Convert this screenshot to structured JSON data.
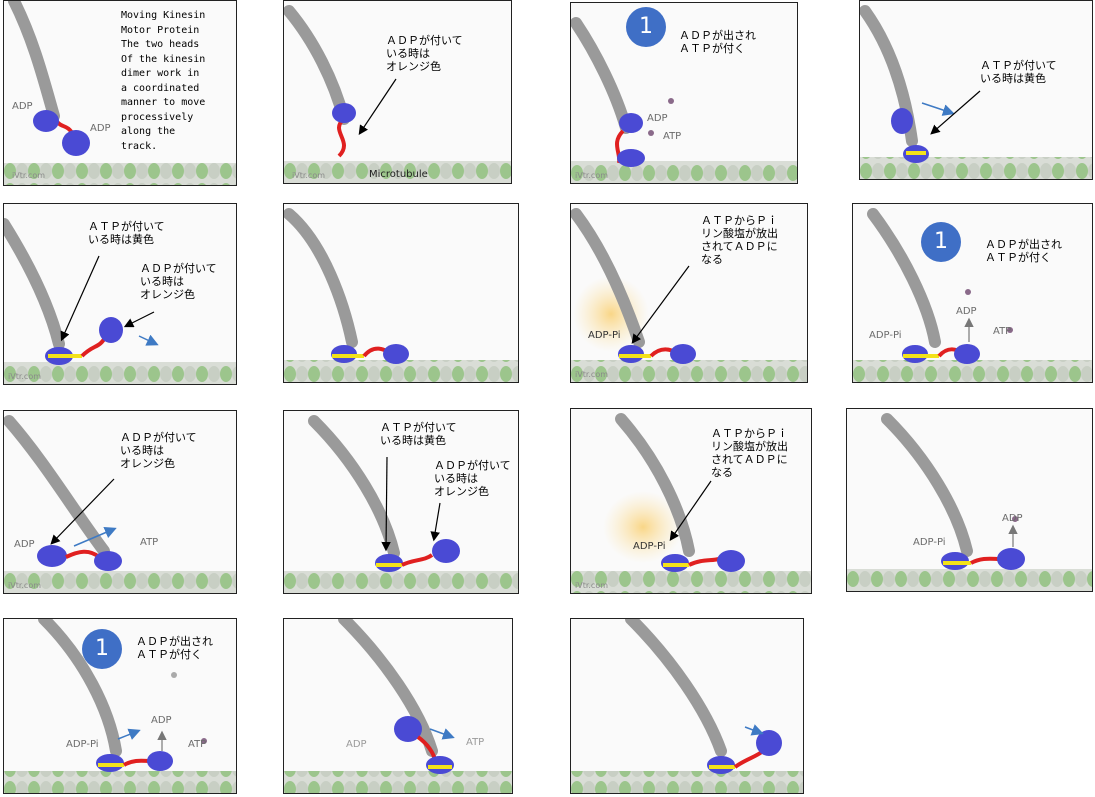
{
  "intro_text": "Moving Kinesin\nMotor Protein\nThe two heads\nOf the kinesin\ndimer work in\na coordinated\nmanner to move\nprocessively\nalong the\ntrack.",
  "badge_number": "1",
  "watermark": "iVtr.com",
  "colors": {
    "head": "#4a4ad4",
    "adp_link": "#e02020",
    "atp_link": "#f3e21a",
    "track": "#8dbd7c",
    "stalk": "#9a9a9a",
    "badge": "#3f6fc6"
  },
  "labels": {
    "adp": "ADP",
    "atp": "ATP",
    "adp_pi": "ADP-Pi",
    "microtubule": "Microtubule",
    "adp_orange": "ＡＤＰが付いて\nいる時は\nオレンジ色",
    "atp_yellow": "ＡＴＰが付いて\nいる時は黄色",
    "adp_release": "ＡＤＰが出され\nＡＴＰが付く",
    "pi_release": "ＡＴＰからＰｉ\nリン酸塩が放出\nされてＡＤＰに\nなる"
  }
}
